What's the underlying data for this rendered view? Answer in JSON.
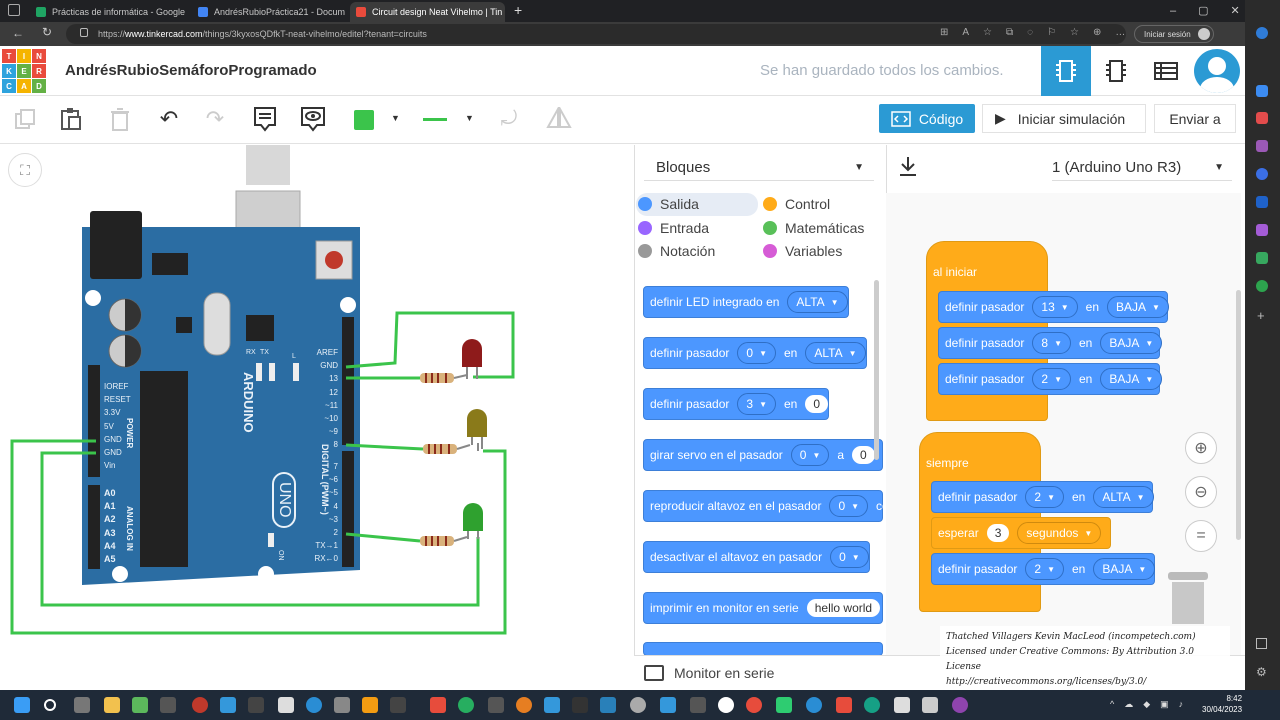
{
  "browser": {
    "tabs": [
      {
        "label": "Prácticas de informática - Google",
        "color": "#1fa463"
      },
      {
        "label": "AndrésRubioPráctica21 - Docum",
        "color": "#4285f4"
      },
      {
        "label": "Circuit design Neat Vihelmo | Tin",
        "color": "#e94b3c"
      }
    ],
    "new_tab": "+",
    "url_prefix": "https://",
    "url_host": "www.tinkercad.com",
    "url_path": "/things/3kyxosQDfkT-neat-vihelmo/editel?tenant=circuits",
    "signin": "Iniciar sesión"
  },
  "header": {
    "logo": [
      "TIN",
      "KER",
      "CAD"
    ],
    "title": "AndrésRubioSemáforoProgramado",
    "saved": "Se han guardado todos los cambios."
  },
  "toolbar": {
    "code_label": "Código",
    "sim_label": "Iniciar simulación",
    "send_label": "Enviar a",
    "color": "#3bc44b"
  },
  "board": {
    "brand": "ARDUINO",
    "model": "UNO",
    "power_label": "POWER",
    "analog_label": "ANALOG IN",
    "digital_label": "DIGITAL (PWM~)",
    "left_pins": [
      "IOREF",
      "RESET",
      "3.3V",
      "5V",
      "GND",
      "GND",
      "Vin"
    ],
    "analog_pins": [
      "A0",
      "A1",
      "A2",
      "A3",
      "A4",
      "A5"
    ],
    "right_pins": [
      "AREF",
      "GND",
      "13",
      "12",
      "~11",
      "~10",
      "~9",
      "8",
      "7",
      "~6",
      "~5",
      "4",
      "~3",
      "2",
      "TX→1",
      "RX←0"
    ],
    "on_label": "ON",
    "tx": "TX",
    "rx": "RX",
    "l": "L"
  },
  "code": {
    "mode": "Bloques",
    "device": "1 (Arduino Uno R3)",
    "categories": [
      {
        "label": "Salida",
        "color": "#4c97ff"
      },
      {
        "label": "Control",
        "color": "#ffab19"
      },
      {
        "label": "Entrada",
        "color": "#9966ff"
      },
      {
        "label": "Matemáticas",
        "color": "#59c059"
      },
      {
        "label": "Notación",
        "color": "#999999"
      },
      {
        "label": "Variables",
        "color": "#d65cd6"
      }
    ],
    "palette": {
      "b1": {
        "text": "definir LED integrado en",
        "v": "ALTA"
      },
      "b2": {
        "text": "definir pasador",
        "pin": "0",
        "en": "en",
        "v": "ALTA"
      },
      "b3": {
        "text": "definir pasador",
        "pin": "3",
        "en": "en",
        "v": "0"
      },
      "b4": {
        "text": "girar servo en el pasador",
        "pin": "0",
        "a": "a",
        "v": "0"
      },
      "b5": {
        "text": "reproducir altavoz en el pasador",
        "pin": "0",
        "co": "co"
      },
      "b6": {
        "text": "desactivar el altavoz en pasador",
        "pin": "0"
      },
      "b7": {
        "text": "imprimir en monitor en serie",
        "v": "hello world"
      }
    },
    "setup": {
      "hat": "al iniciar",
      "rows": [
        {
          "text": "definir pasador",
          "pin": "13",
          "en": "en",
          "v": "BAJA"
        },
        {
          "text": "definir pasador",
          "pin": "8",
          "en": "en",
          "v": "BAJA"
        },
        {
          "text": "definir pasador",
          "pin": "2",
          "en": "en",
          "v": "BAJA"
        }
      ]
    },
    "loop": {
      "hat": "siempre",
      "r1": {
        "text": "definir pasador",
        "pin": "2",
        "en": "en",
        "v": "ALTA"
      },
      "wait": {
        "text": "esperar",
        "n": "3",
        "unit": "segundos"
      },
      "r3": {
        "text": "definir pasador",
        "pin": "2",
        "en": "en",
        "v": "BAJA"
      }
    },
    "monitor": "Monitor en serie"
  },
  "credit": [
    "Thatched Villagers Kevin MacLeod (incompetech.com)",
    "Licensed under Creative Commons: By Attribution 3.0 License",
    "http://creativecommons.org/licenses/by/3.0/"
  ],
  "taskbar": {
    "time": "8:42",
    "date": "30/04/2023"
  }
}
